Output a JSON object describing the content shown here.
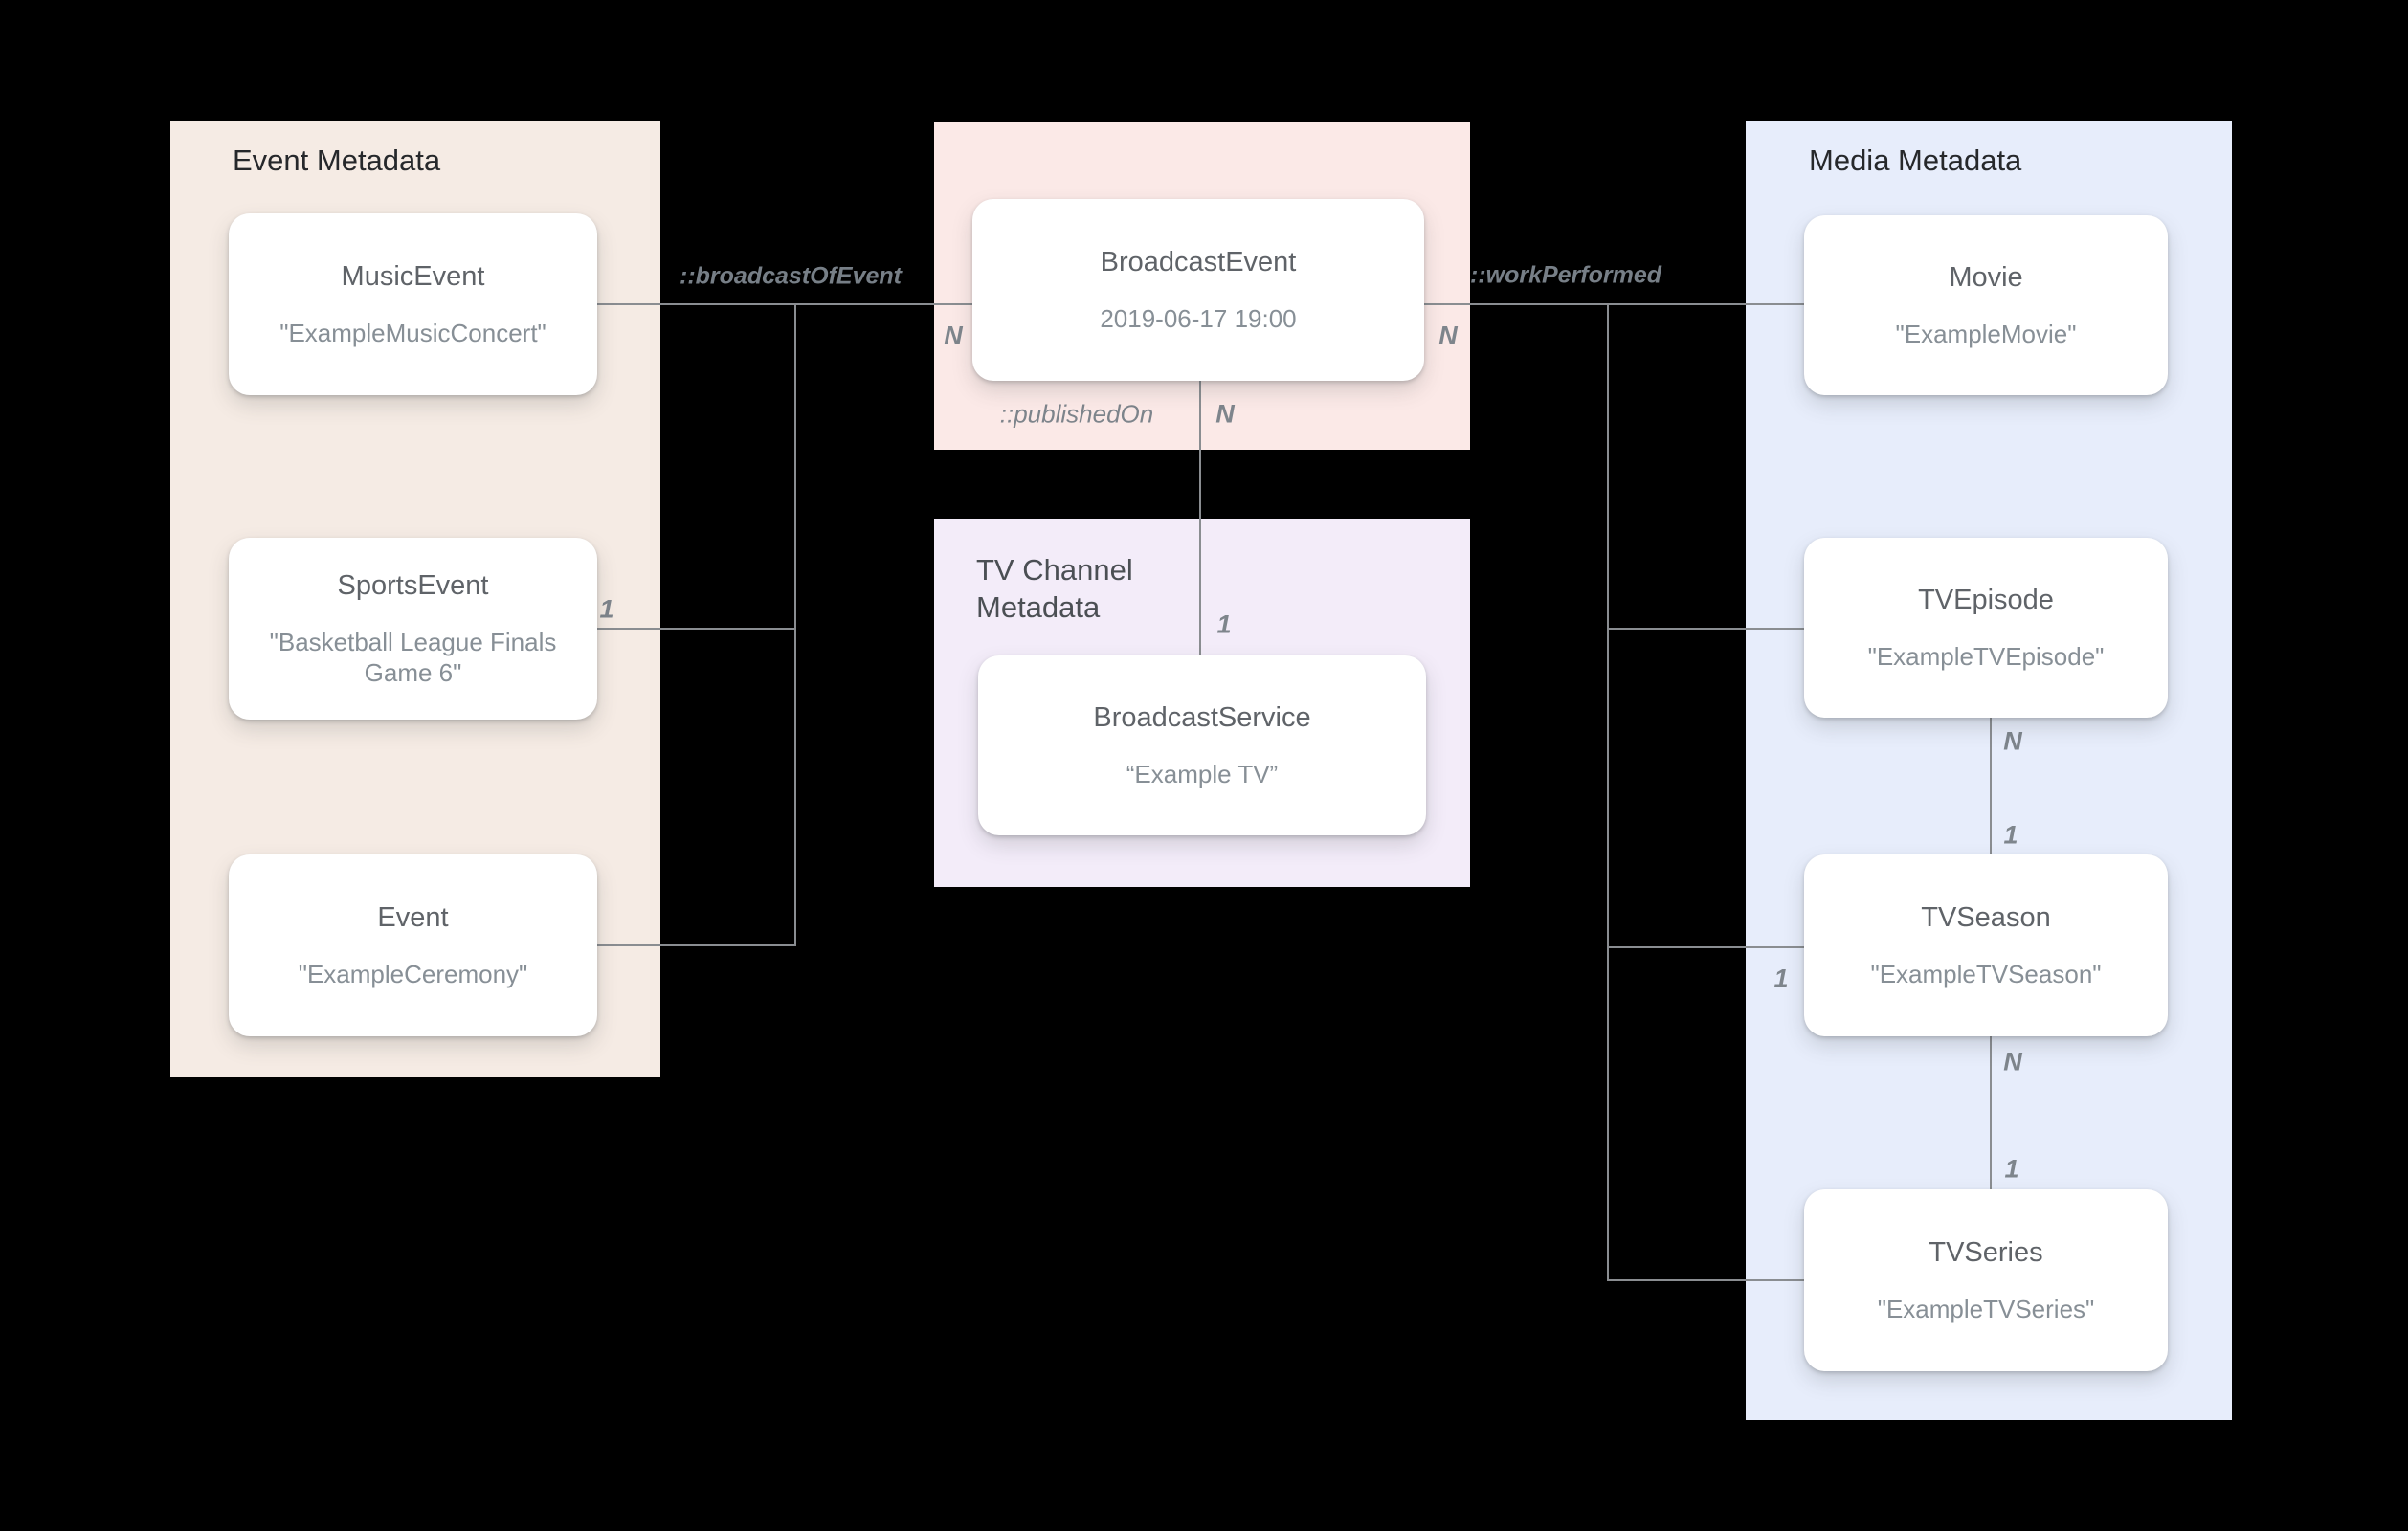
{
  "canvas": {
    "background": "#000000",
    "line_color": "#8a8d91"
  },
  "panels": {
    "event": {
      "title": "Event Metadata",
      "bg": "#f5ebe4"
    },
    "broadcast": {
      "bg": "#fbe9e7"
    },
    "tv_channel": {
      "title": "TV Channel Metadata",
      "bg": "#f3ecf9"
    },
    "media": {
      "title": "Media Metadata",
      "bg": "#e7edfb"
    }
  },
  "cards": {
    "music_event": {
      "title": "MusicEvent",
      "value": "\"ExampleMusicConcert\""
    },
    "sports_event": {
      "title": "SportsEvent",
      "value": "\"Basketball League Finals Game 6\""
    },
    "event": {
      "title": "Event",
      "value": "\"ExampleCeremony\""
    },
    "broadcast_event": {
      "title": "BroadcastEvent",
      "value": "2019-06-17 19:00"
    },
    "broadcast_service": {
      "title": "BroadcastService",
      "value": "“Example TV”"
    },
    "movie": {
      "title": "Movie",
      "value": "\"ExampleMovie\""
    },
    "tv_episode": {
      "title": "TVEpisode",
      "value": "\"ExampleTVEpisode\""
    },
    "tv_season": {
      "title": "TVSeason",
      "value": "\"ExampleTVSeason\""
    },
    "tv_series": {
      "title": "TVSeries",
      "value": "\"ExampleTVSeries\""
    }
  },
  "relations": {
    "broadcast_of_event": "::broadcastOfEvent",
    "published_on": "::publishedOn",
    "work_performed": "::workPerformed"
  },
  "cardinalities": {
    "broadcast_event_left_n": "N",
    "sports_event_1": "1",
    "broadcast_event_right_n": "N",
    "published_on_n": "N",
    "broadcast_service_1": "1",
    "tv_season_line_1": "1",
    "episode_season_n": "N",
    "episode_season_1": "1",
    "season_series_n": "N",
    "season_series_1": "1"
  }
}
